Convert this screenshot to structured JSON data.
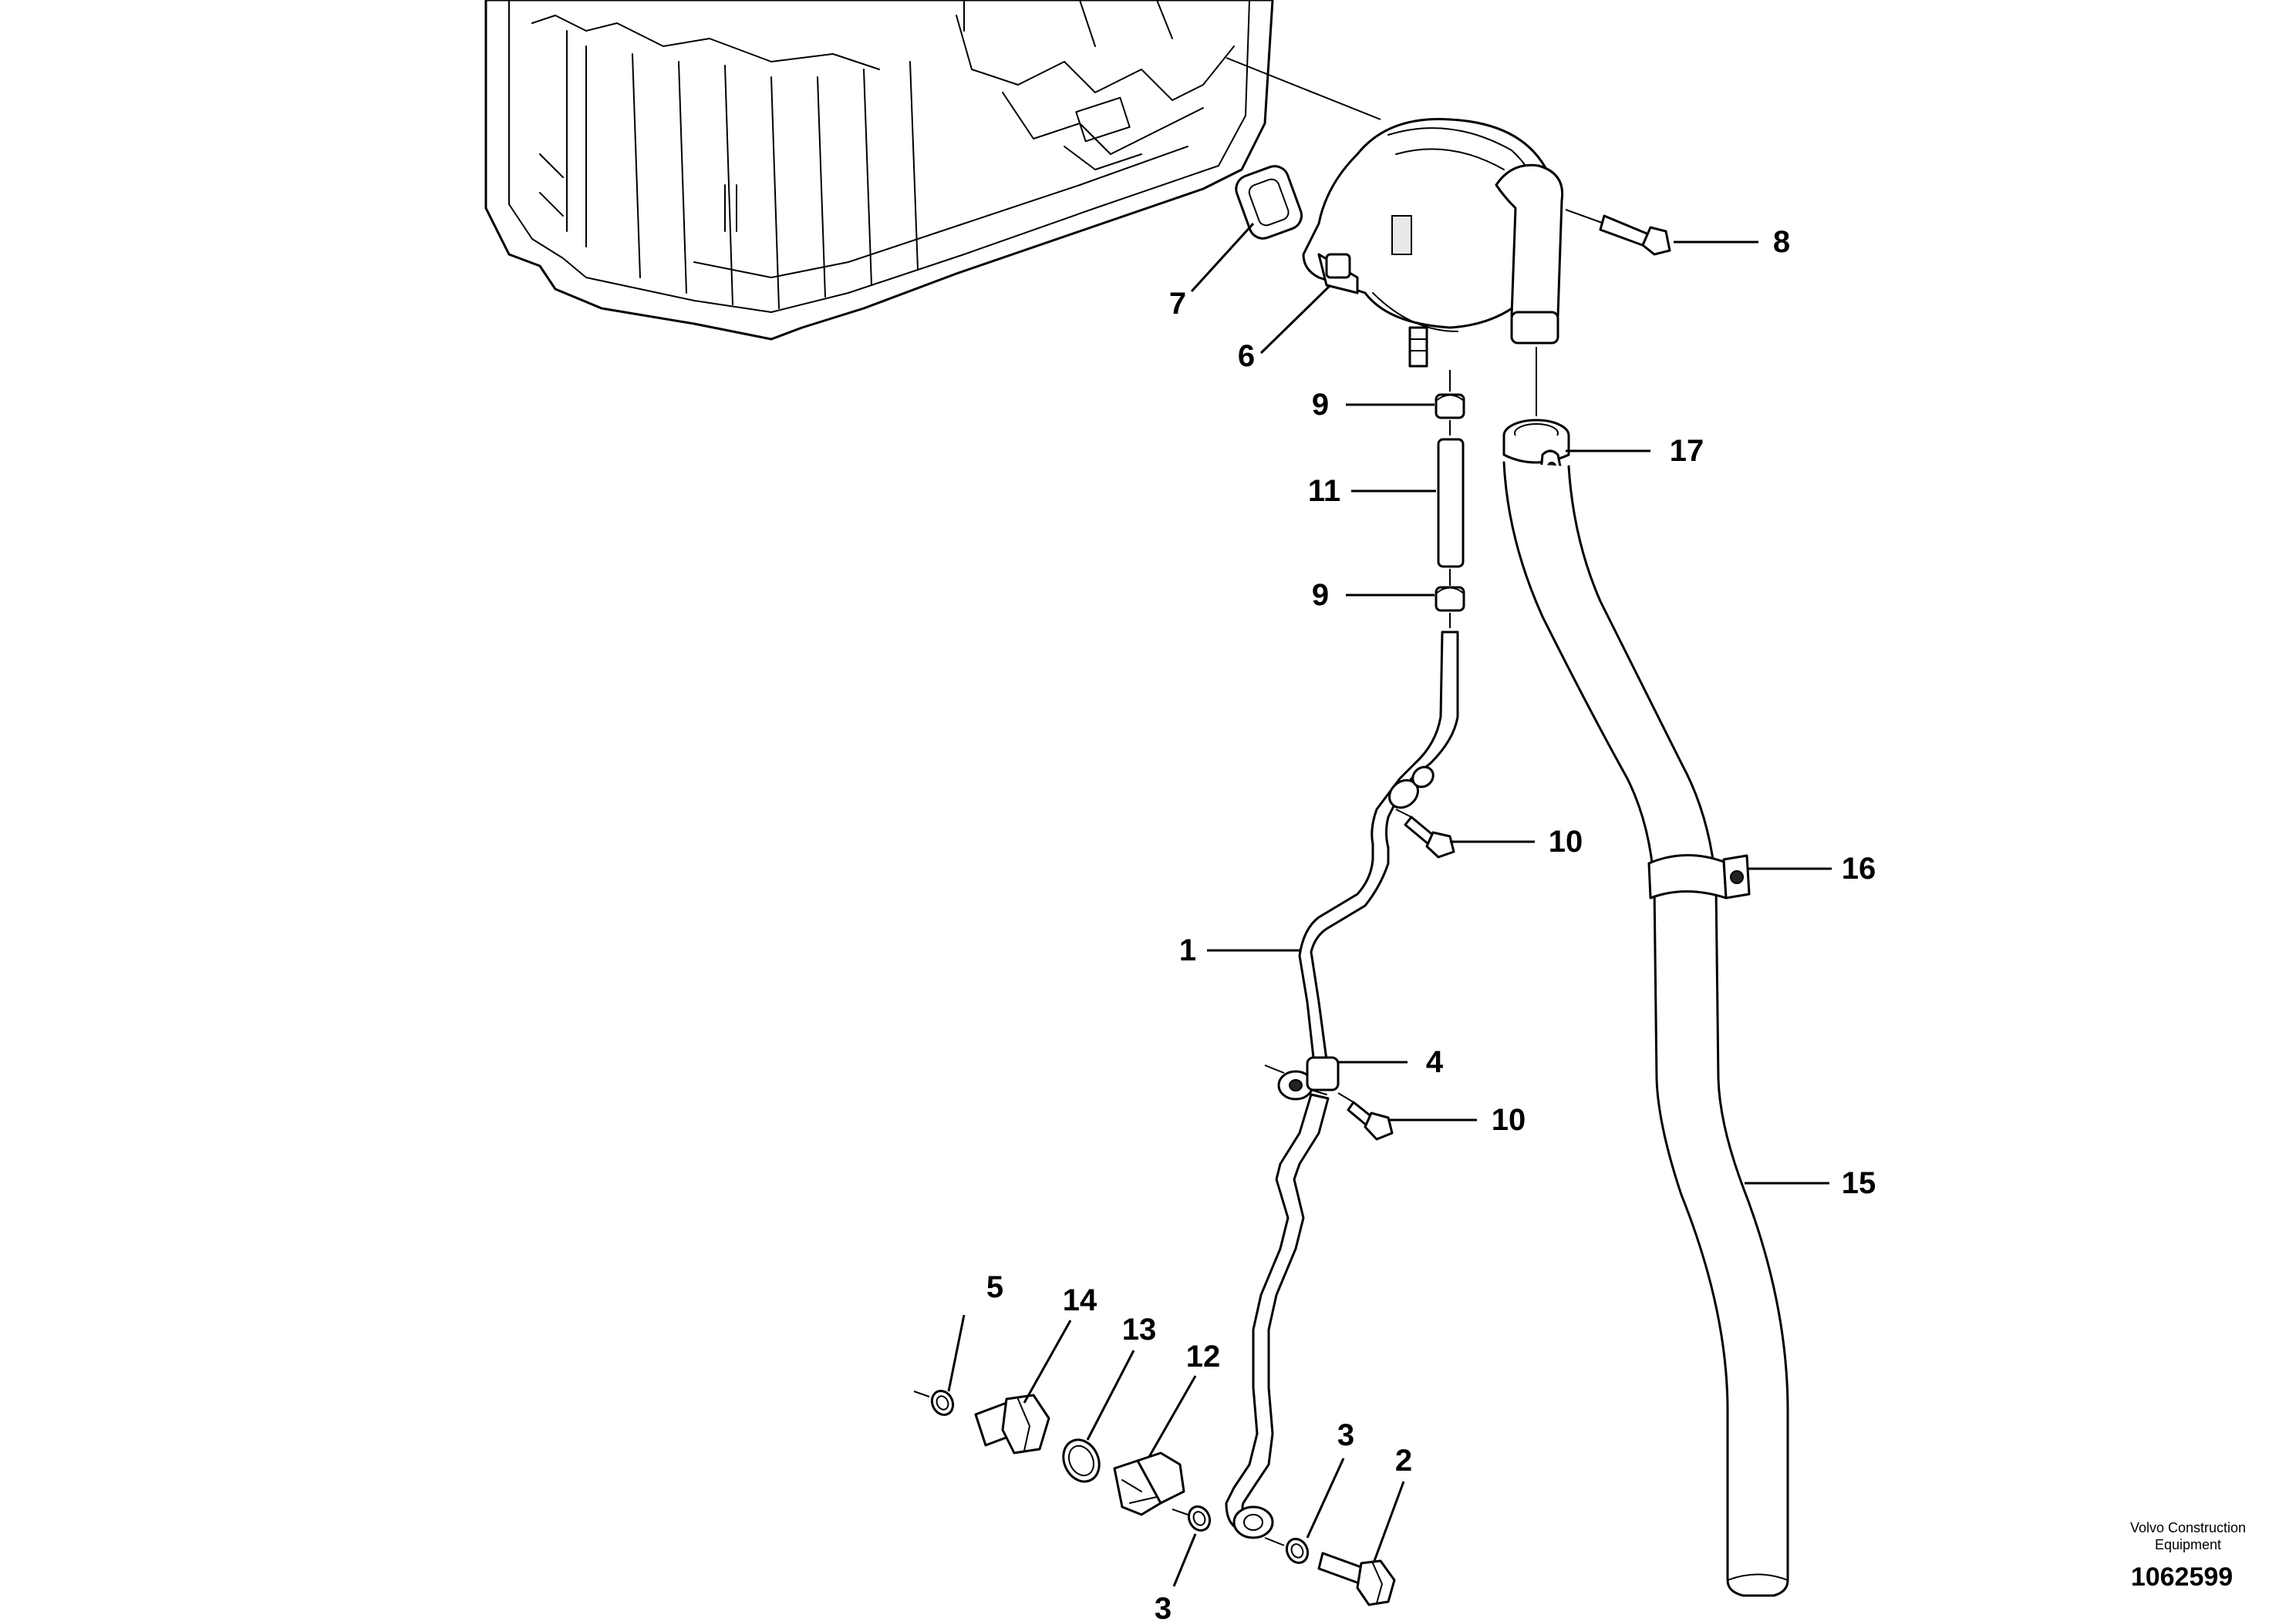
{
  "callouts": {
    "c1": "1",
    "c2": "2",
    "c3a": "3",
    "c3b": "3",
    "c4": "4",
    "c5": "5",
    "c6": "6",
    "c7": "7",
    "c8": "8",
    "c9a": "9",
    "c9b": "9",
    "c10a": "10",
    "c10b": "10",
    "c11": "11",
    "c12": "12",
    "c13": "13",
    "c14": "14",
    "c15": "15",
    "c16": "16",
    "c17": "17"
  },
  "footer": {
    "brand_line1": "Volvo Construction",
    "brand_line2": "Equipment",
    "document_number": "1062599"
  }
}
